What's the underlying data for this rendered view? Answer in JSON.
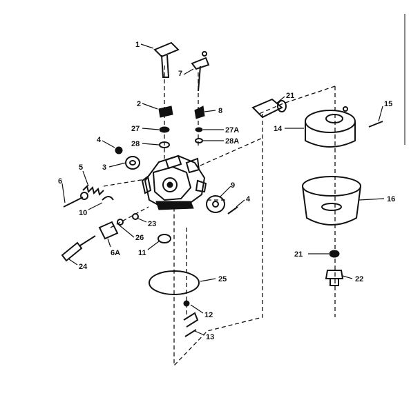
{
  "callouts": [
    {
      "id": "c1",
      "text": "1"
    },
    {
      "id": "c7",
      "text": "7"
    },
    {
      "id": "c2",
      "text": "2"
    },
    {
      "id": "c8",
      "text": "8"
    },
    {
      "id": "c27",
      "text": "27"
    },
    {
      "id": "c27a",
      "text": "27A"
    },
    {
      "id": "c28",
      "text": "28"
    },
    {
      "id": "c28a",
      "text": "28A"
    },
    {
      "id": "c4a",
      "text": "4"
    },
    {
      "id": "c3",
      "text": "3"
    },
    {
      "id": "c6",
      "text": "6"
    },
    {
      "id": "c5",
      "text": "5"
    },
    {
      "id": "c10",
      "text": "10"
    },
    {
      "id": "c23",
      "text": "23"
    },
    {
      "id": "c9",
      "text": "9"
    },
    {
      "id": "c4b",
      "text": "4"
    },
    {
      "id": "c26",
      "text": "26"
    },
    {
      "id": "c6a",
      "text": "6A"
    },
    {
      "id": "c11",
      "text": "11"
    },
    {
      "id": "c24",
      "text": "24"
    },
    {
      "id": "c25",
      "text": "25"
    },
    {
      "id": "c12",
      "text": "12"
    },
    {
      "id": "c13",
      "text": "13"
    },
    {
      "id": "c21a",
      "text": "21"
    },
    {
      "id": "c14",
      "text": "14"
    },
    {
      "id": "c15",
      "text": "15"
    },
    {
      "id": "c16",
      "text": "16"
    },
    {
      "id": "c21b",
      "text": "21"
    },
    {
      "id": "c22",
      "text": "22"
    }
  ]
}
